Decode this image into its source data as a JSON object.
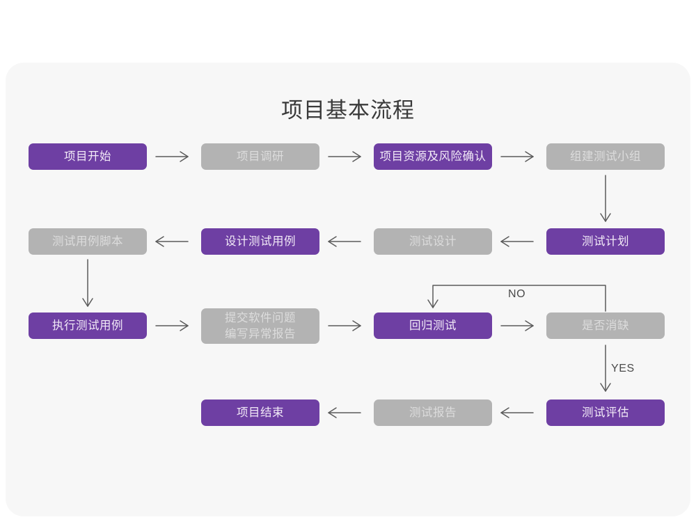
{
  "page": {
    "title": "项目基本流程",
    "background_color": "#ffffff",
    "panel_color": "#f7f7f7"
  },
  "theme": {
    "accent_purple": "#6e3fa3",
    "muted_gray": "#b3b3b3",
    "purple_text": "#f2eaf7",
    "gray_text": "#dcdcdc",
    "arrow_color": "#5a5a5a",
    "title_color": "#3a3a3a"
  },
  "chart_data": {
    "type": "diagram",
    "diagram_kind": "flowchart",
    "title": "项目基本流程",
    "nodes": [
      {
        "id": "n1",
        "label": "项目开始",
        "style": "purple",
        "row": 1,
        "col": 1
      },
      {
        "id": "n2",
        "label": "项目调研",
        "style": "gray",
        "row": 1,
        "col": 2
      },
      {
        "id": "n3",
        "label": "项目资源及风险确认",
        "style": "purple",
        "row": 1,
        "col": 3
      },
      {
        "id": "n4",
        "label": "组建测试小组",
        "style": "gray",
        "row": 1,
        "col": 4
      },
      {
        "id": "n5",
        "label": "测试用例脚本",
        "style": "gray",
        "row": 2,
        "col": 1
      },
      {
        "id": "n6",
        "label": "设计测试用例",
        "style": "purple",
        "row": 2,
        "col": 2
      },
      {
        "id": "n7",
        "label": "测试设计",
        "style": "gray",
        "row": 2,
        "col": 3
      },
      {
        "id": "n8",
        "label": "测试计划",
        "style": "purple",
        "row": 2,
        "col": 4
      },
      {
        "id": "n9",
        "label": "执行测试用例",
        "style": "purple",
        "row": 3,
        "col": 1
      },
      {
        "id": "n10",
        "label": "提交软件问题\n编写异常报告",
        "style": "gray",
        "row": 3,
        "col": 2
      },
      {
        "id": "n11",
        "label": "回归测试",
        "style": "purple",
        "row": 3,
        "col": 3
      },
      {
        "id": "n12",
        "label": "是否消缺",
        "style": "gray",
        "row": 3,
        "col": 4
      },
      {
        "id": "n13",
        "label": "项目结束",
        "style": "purple",
        "row": 4,
        "col": 2
      },
      {
        "id": "n14",
        "label": "测试报告",
        "style": "gray",
        "row": 4,
        "col": 3
      },
      {
        "id": "n15",
        "label": "测试评估",
        "style": "purple",
        "row": 4,
        "col": 4
      }
    ],
    "edges": [
      {
        "from": "n1",
        "to": "n2",
        "label": "",
        "direction": "right"
      },
      {
        "from": "n2",
        "to": "n3",
        "label": "",
        "direction": "right"
      },
      {
        "from": "n3",
        "to": "n4",
        "label": "",
        "direction": "right"
      },
      {
        "from": "n4",
        "to": "n8",
        "label": "",
        "direction": "down"
      },
      {
        "from": "n8",
        "to": "n7",
        "label": "",
        "direction": "left"
      },
      {
        "from": "n7",
        "to": "n6",
        "label": "",
        "direction": "left"
      },
      {
        "from": "n6",
        "to": "n5",
        "label": "",
        "direction": "left"
      },
      {
        "from": "n5",
        "to": "n9",
        "label": "",
        "direction": "down"
      },
      {
        "from": "n9",
        "to": "n10",
        "label": "",
        "direction": "right"
      },
      {
        "from": "n10",
        "to": "n11",
        "label": "",
        "direction": "right"
      },
      {
        "from": "n11",
        "to": "n12",
        "label": "",
        "direction": "right"
      },
      {
        "from": "n12",
        "to": "n11",
        "label": "NO",
        "direction": "up-left-down"
      },
      {
        "from": "n12",
        "to": "n15",
        "label": "YES",
        "direction": "down"
      },
      {
        "from": "n15",
        "to": "n14",
        "label": "",
        "direction": "left"
      },
      {
        "from": "n14",
        "to": "n13",
        "label": "",
        "direction": "left"
      }
    ],
    "edge_labels": [
      {
        "id": "no-label",
        "text": "NO"
      },
      {
        "id": "yes-label",
        "text": "YES"
      }
    ]
  }
}
